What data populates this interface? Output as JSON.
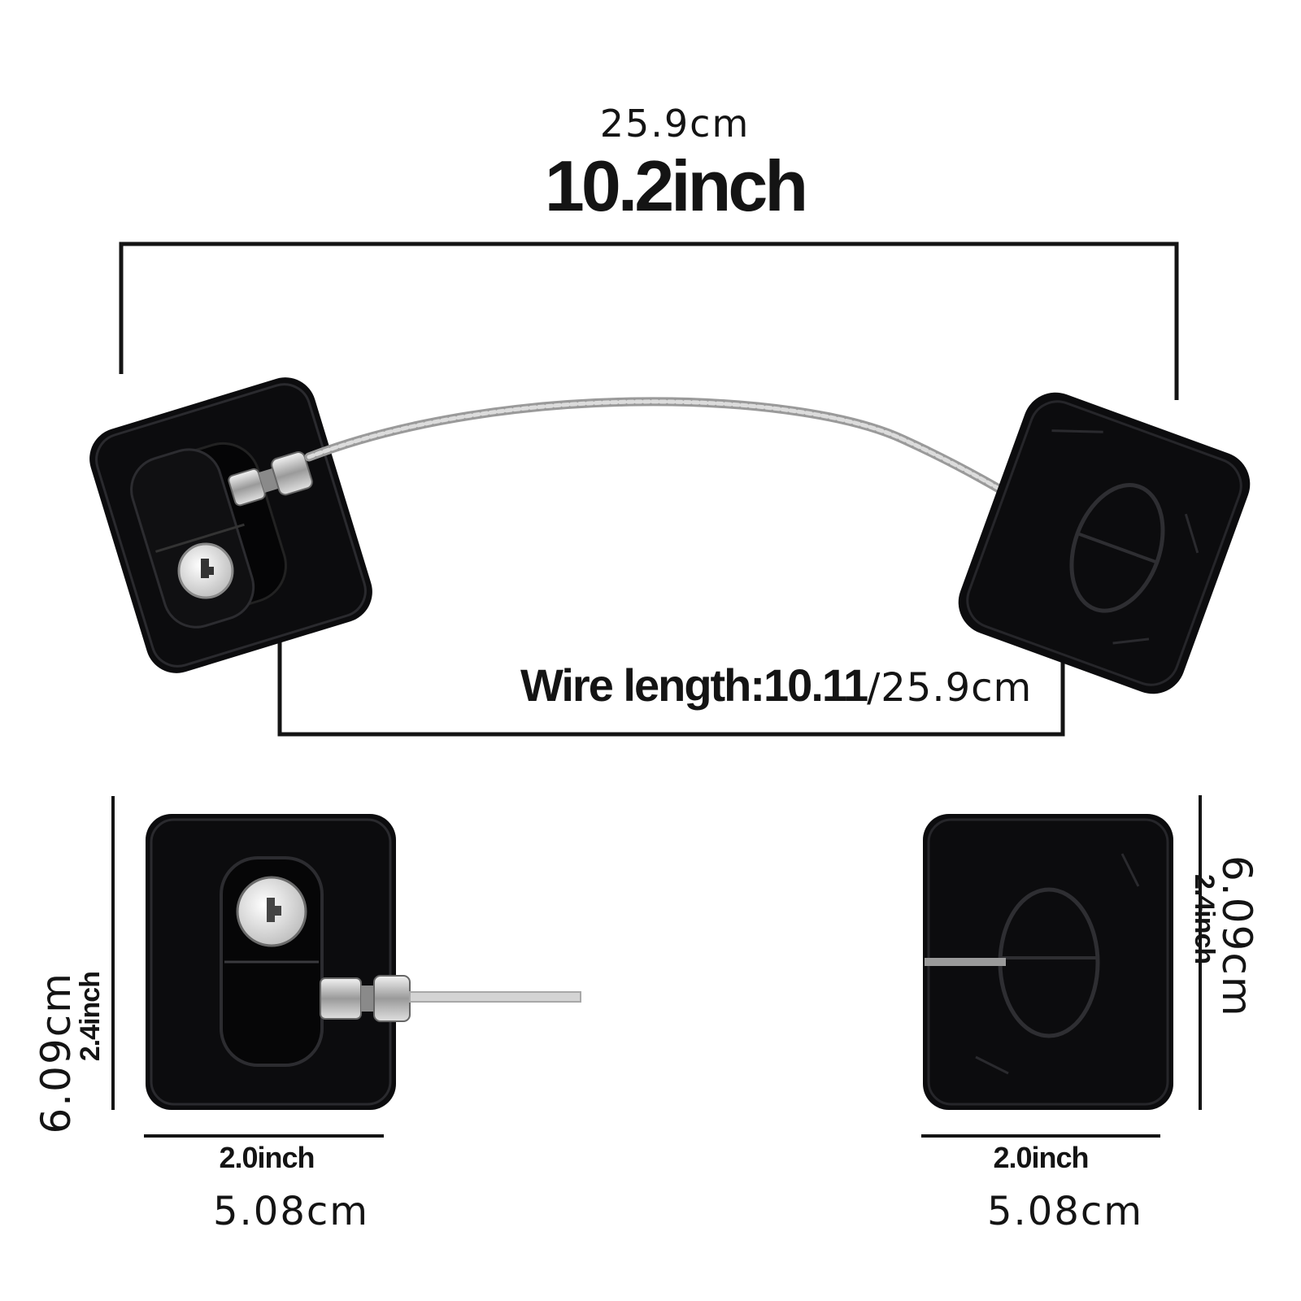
{
  "dimensions": {
    "overall_cm": "25.9cm",
    "overall_inch": "10.2inch",
    "wire_label": "Wire length:10.11",
    "wire_label_cm": "/25.9cm",
    "lock_width_inch": "2.0inch",
    "lock_width_cm": "5.08cm",
    "anchor_width_inch": "2.0inch",
    "anchor_width_cm": "5.08cm",
    "lock_height_cm": "6.09cm",
    "lock_height_inch": "2.4inch",
    "anchor_height_cm": "6.09cm",
    "anchor_height_inch": "2.4inch"
  },
  "colors": {
    "plate": "#0c0c0e",
    "wire": "#c8c8c8",
    "metal": "#bdbdbd",
    "line": "#141414"
  }
}
